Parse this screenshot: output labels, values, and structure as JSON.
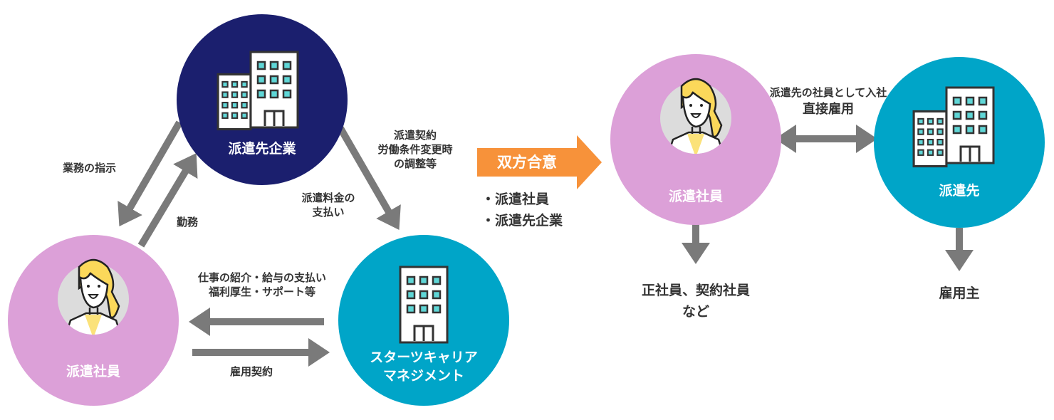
{
  "nodes": {
    "client_company": "派遣先企業",
    "temp_staff_left": "派遣社員",
    "agency": [
      "スターツキャリア",
      "マネジメント"
    ],
    "temp_staff_right": "派遣社員",
    "dispatch_dest": "派遣先"
  },
  "labels": {
    "instructions": "業務の指示",
    "work": "勤務",
    "contract": [
      "派遣契約",
      "労働条件変更時",
      "の調整等"
    ],
    "fee": [
      "派遣料金の",
      "支払い"
    ],
    "services": [
      "仕事の紹介・給与の支払い",
      "福利厚生・サポート等"
    ],
    "employment_contract": "雇用契約",
    "agreement": "双方合意",
    "parties": [
      "・派遣社員",
      "・派遣先企業"
    ],
    "join": [
      "派遣先の社員として入社",
      "直接雇用"
    ],
    "outcome_staff": [
      "正社員、契約社員",
      "など"
    ],
    "outcome_dest": "雇用主"
  },
  "colors": {
    "navy": "#1b1f6e",
    "pink": "#dca0d8",
    "teal": "#00a5c8",
    "orange": "#f7923a",
    "arrow": "#7a7a7a"
  }
}
